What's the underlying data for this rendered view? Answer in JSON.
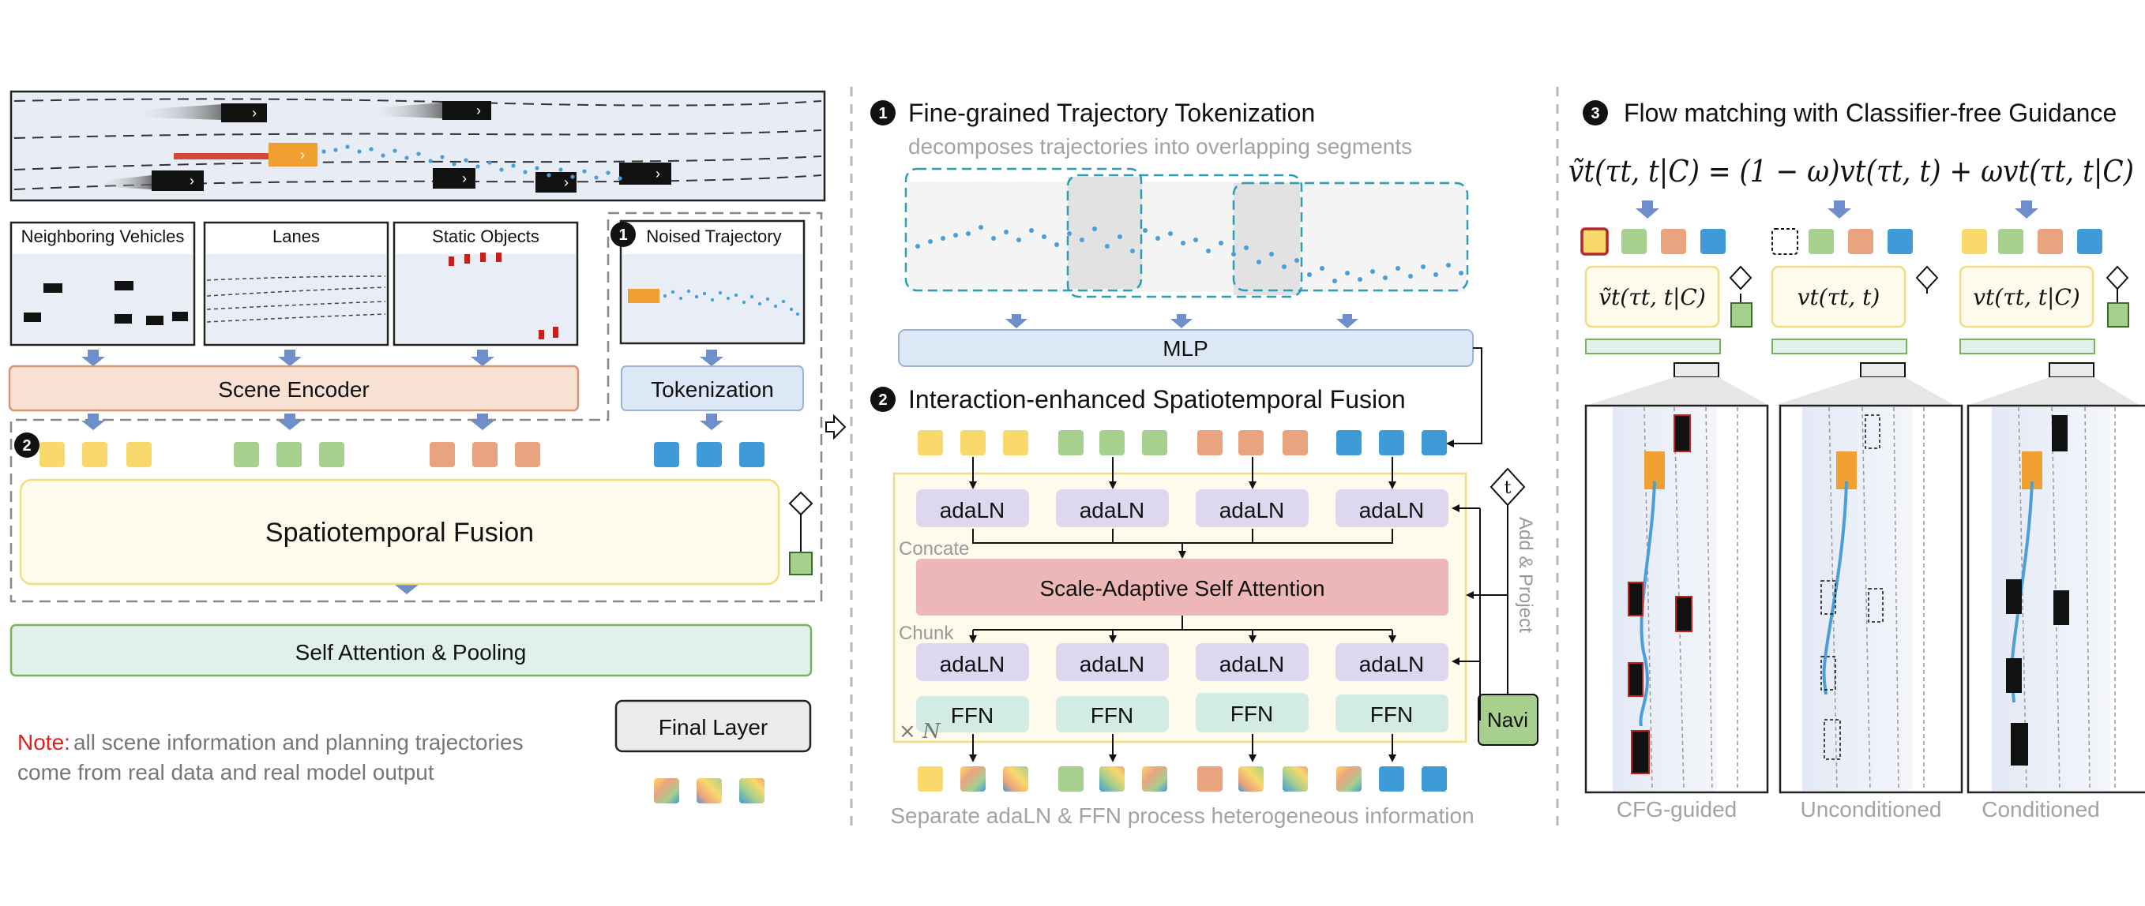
{
  "left": {
    "panels": {
      "vehicles": "Neighboring Vehicles",
      "lanes": "Lanes",
      "static": "Static Objects",
      "noised": "Noised Trajectory"
    },
    "scene_encoder": "Scene Encoder",
    "tokenization": "Tokenization",
    "fusion": "Spatiotemporal Fusion",
    "self_attn": "Self Attention & Pooling",
    "final_layer": "Final Layer",
    "note_label": "Note:",
    "note_line1": "all scene information and planning trajectories",
    "note_line2": "come from real data and real model output",
    "badge1": "1",
    "badge2": "2"
  },
  "middle": {
    "badge1": "1",
    "badge2": "2",
    "title1": "Fine-grained Trajectory Tokenization",
    "subtitle1": "decomposes trajectories into overlapping segments",
    "mlp": "MLP",
    "title2": "Interaction-enhanced Spatiotemporal Fusion",
    "adaln": "adaLN",
    "concate": "Concate",
    "attention": "Scale-Adaptive Self Attention",
    "chunk": "Chunk",
    "ffn": "FFN",
    "times_n": "× N",
    "t": "t",
    "add_project": "Add & Project",
    "navi": "Navi",
    "caption": "Separate adaLN & FFN process heterogeneous information"
  },
  "right": {
    "badge3": "3",
    "title3": "Flow matching with Classifier-free Guidance",
    "equation": "ṽt(τt, t|C) = (1 − ω)vt(τt, t) + ωvt(τt, t|C)",
    "box1": "ṽt(τt, t|C)",
    "box2": "vt(τt, t)",
    "box3": "vt(τt, t|C)",
    "label1": "CFG-guided",
    "label2": "Unconditioned",
    "label3": "Conditioned"
  },
  "colors": {
    "yellow": "#f9d96b",
    "green": "#a7cf8e",
    "orange": "#eaa37f",
    "blue": "#3f9ad8",
    "enc_fill": "#f7e1d2",
    "enc_stroke": "#d79571",
    "tok_fill": "#dde8f6",
    "fusion_fill": "#fffbec",
    "fusion_stroke": "#f0dd7f",
    "sap_fill": "#dff1ea",
    "sap_stroke": "#7ab15f",
    "adaln_fill": "#ddd8ef",
    "ffn_fill": "#d3ebe5",
    "attn_fill": "#eeb7b7",
    "navi_fill": "#a7cf8e",
    "note_red": "#e02020",
    "gray_text": "#9a9a9a",
    "arrow_blue": "#6f8fcc",
    "traj_dot": "#4a9fd8"
  }
}
